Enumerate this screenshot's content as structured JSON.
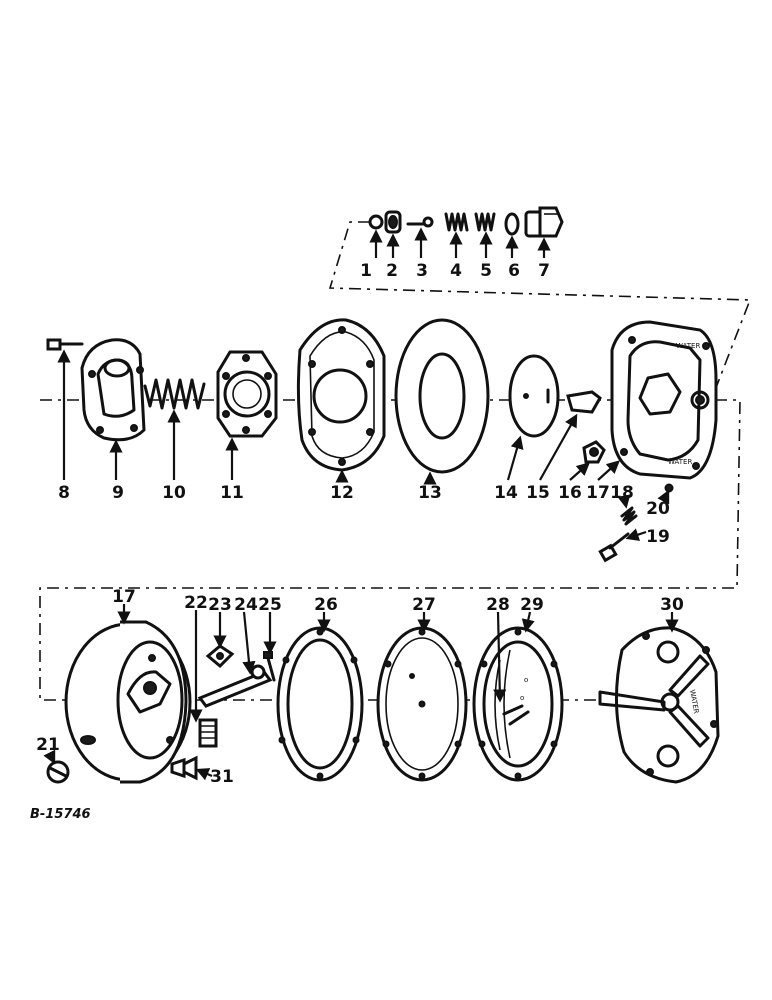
{
  "drawing_number": "B-15746",
  "callouts": [
    "1",
    "2",
    "3",
    "4",
    "5",
    "6",
    "7",
    "8",
    "9",
    "10",
    "11",
    "12",
    "13",
    "14",
    "15",
    "16",
    "17",
    "18",
    "19",
    "20",
    "17",
    "22",
    "23",
    "24",
    "25",
    "26",
    "27",
    "28",
    "29",
    "30",
    "21",
    "31"
  ],
  "cast_text": {
    "upper_housing": "WATER",
    "lower_housing": "WATER",
    "rear_cover": "WATER"
  }
}
